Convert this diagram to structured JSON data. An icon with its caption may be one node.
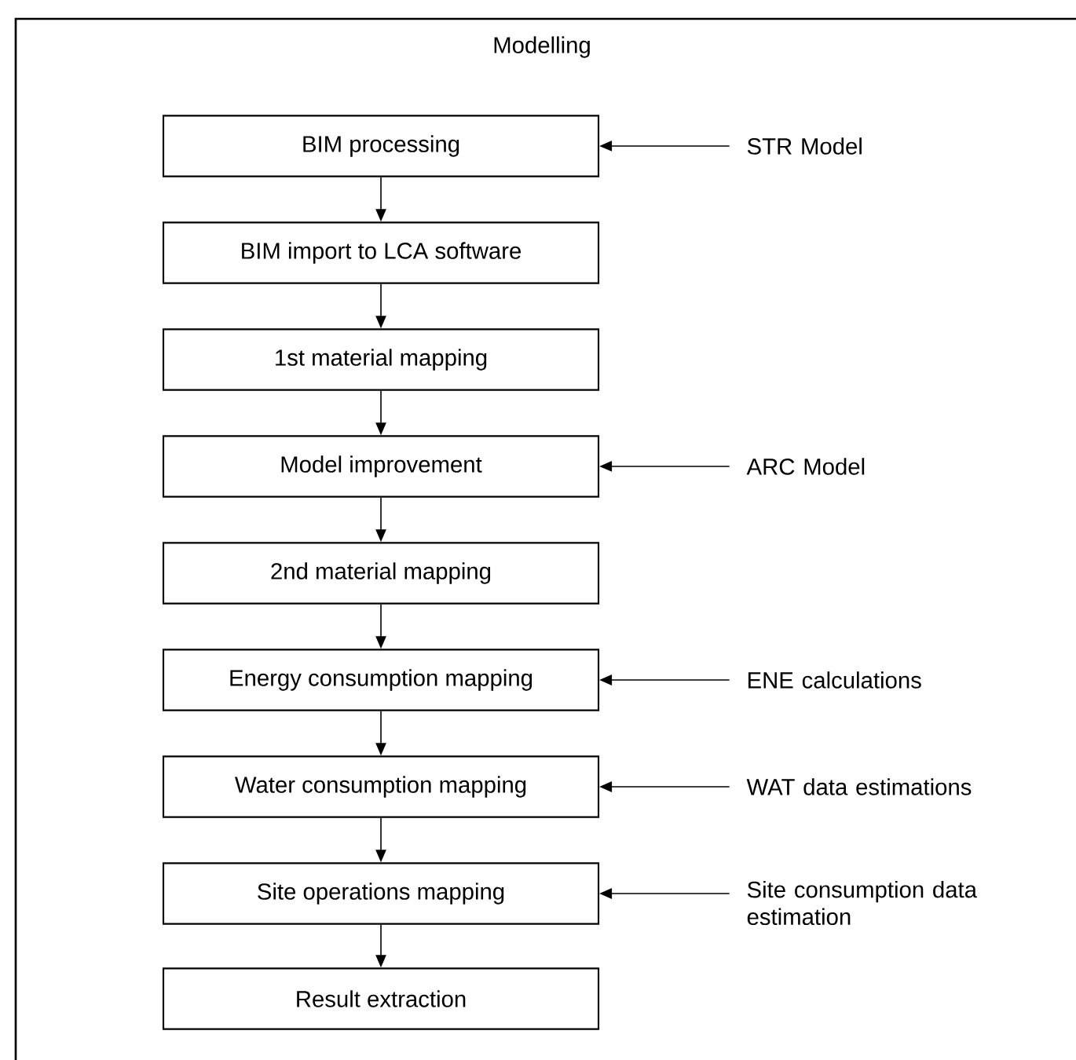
{
  "diagram": {
    "title": "Modelling",
    "nodes": [
      {
        "text": [
          "BIM processing"
        ]
      },
      {
        "text": [
          "BIM import to LCA software"
        ]
      },
      {
        "text": [
          "1st material mapping"
        ]
      },
      {
        "text": [
          "Model improvement"
        ]
      },
      {
        "text": [
          "2nd material mapping"
        ]
      },
      {
        "text": [
          "Energy consumption mapping"
        ]
      },
      {
        "text": [
          "Water consumption mapping"
        ]
      },
      {
        "text": [
          "Site operations mapping"
        ]
      },
      {
        "text": [
          "Result extraction"
        ]
      },
      {
        "text": [
          "STR Model"
        ]
      },
      {
        "text": [
          "ARC Model"
        ]
      },
      {
        "text": [
          "ENE calculations"
        ]
      },
      {
        "text": [
          "WAT data estimations"
        ]
      },
      {
        "text": [
          "Site consumption data estimation"
        ]
      }
    ],
    "edges": [
      {
        "from": 0,
        "to": 1,
        "arrow": "to"
      },
      {
        "from": 1,
        "to": 2,
        "arrow": "to"
      },
      {
        "from": 2,
        "to": 3,
        "arrow": "to"
      },
      {
        "from": 3,
        "to": 4,
        "arrow": "to"
      },
      {
        "from": 4,
        "to": 5,
        "arrow": "to"
      },
      {
        "from": 5,
        "to": 6,
        "arrow": "to"
      },
      {
        "from": 6,
        "to": 7,
        "arrow": "to"
      },
      {
        "from": 7,
        "to": 8,
        "arrow": "to"
      },
      {
        "from": 9,
        "to": 0,
        "arrow": "to"
      },
      {
        "from": 10,
        "to": 3,
        "arrow": "to"
      },
      {
        "from": 11,
        "to": 5,
        "arrow": "to"
      },
      {
        "from": 12,
        "to": 6,
        "arrow": "to"
      },
      {
        "from": 13,
        "to": 7,
        "arrow": "to"
      }
    ]
  }
}
